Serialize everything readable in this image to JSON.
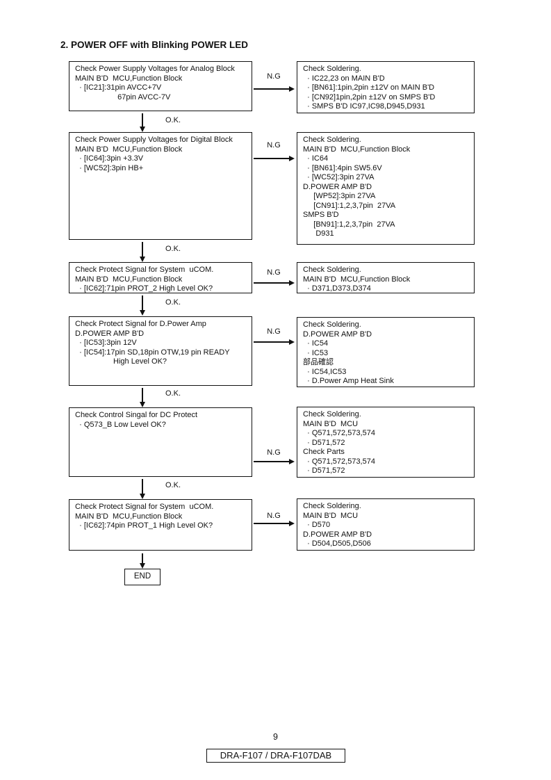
{
  "page": {
    "title": "2. POWER OFF with Blinking POWER LED",
    "page_number": "9",
    "footer_model": "DRA-F107 / DRA-F107DAB"
  },
  "labels": {
    "ng": "N.G",
    "ok": "O.K.",
    "end": "END"
  },
  "flowchart": {
    "rows": [
      {
        "check_text": "Check Power Supply Voltages for Analog Block\nMAIN B'D  MCU,Function Block\n  · [IC21]:31pin AVCC+7V\n                    67pin AVCC-7V",
        "action_text": "Check Soldering.\n  · IC22,23 on MAIN B'D\n  · [BN61]:1pin,2pin ±12V on MAIN B'D\n  · [CN92]1pin,2pin ±12V on SMPS B'D\n  · SMPS B'D IC97,IC98,D945,D931"
      },
      {
        "check_text": "Check Power Supply Voltages for Digital Block\nMAIN B'D  MCU,Function Block\n  · [IC64]:3pin +3.3V\n  · [WC52]:3pin HB+",
        "action_text": "Check Soldering.\nMAIN B'D  MCU,Function Block\n  · IC64\n  · [BN61]:4pin SW5.6V\n  · [WC52]:3pin 27VA\nD.POWER AMP B'D\n     [WP52]:3pin 27VA\n     [CN91]:1,2,3,7pin  27VA\nSMPS B'D\n     [BN91]:1,2,3,7pin  27VA\n      D931"
      },
      {
        "check_text": "Check Protect Signal for System  uCOM.\nMAIN B'D  MCU,Function Block\n  · [IC62]:71pin PROT_2 High Level OK?",
        "action_text": "Check Soldering.\nMAIN B'D  MCU,Function Block\n  · D371,D373,D374"
      },
      {
        "check_text": "Check Protect Signal for D.Power Amp\nD.POWER AMP B'D\n  · [IC53]:3pin 12V\n  · [IC54]:17pin SD,18pin OTW,19 pin READY\n                  High Level OK?",
        "action_text": "Check Soldering.\nD.POWER AMP B'D\n  · IC54\n  · IC53\n部品確認\n  · IC54,IC53\n  · D.Power Amp Heat Sink"
      },
      {
        "check_text": "Check Control Singal for DC Protect\n  · Q573_B Low Level OK?",
        "action_text": "Check Soldering.\nMAIN B'D  MCU\n  · Q571,572,573,574\n  · D571,572\nCheck Parts\n  · Q571,572,573,574\n  · D571,572"
      },
      {
        "check_text": "Check Protect Signal for System  uCOM.\nMAIN B'D  MCU,Function Block\n  · [IC62]:74pin PROT_1 High Level OK?",
        "action_text": "Check Soldering.\nMAIN B'D  MCU\n  · D570\nD.POWER AMP B'D\n  · D504,D505,D506"
      }
    ]
  }
}
